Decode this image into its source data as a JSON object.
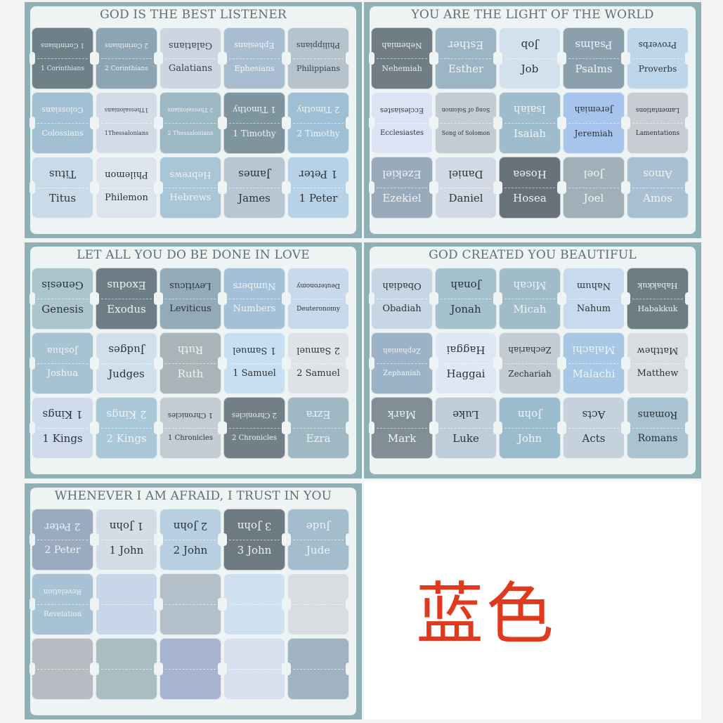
{
  "sheets": [
    {
      "title": "GOD IS THE BEST LISTENER",
      "tabs": [
        {
          "label": "1 Corinthians",
          "bg": "#6e8088",
          "fg": "#e6ecef",
          "size": 9
        },
        {
          "label": "2 Corinthians",
          "bg": "#8da5b3",
          "fg": "#eef2f4",
          "size": 9
        },
        {
          "label": "Galatians",
          "bg": "#cbd6e2",
          "fg": "#38424a",
          "size": 13
        },
        {
          "label": "Ephesians",
          "bg": "#a9bdd0",
          "fg": "#f2f5f7",
          "size": 11
        },
        {
          "label": "Philippians",
          "bg": "#b7c3cc",
          "fg": "#38424a",
          "size": 11
        },
        {
          "label": "Colossians",
          "bg": "#a3bfd4",
          "fg": "#eef3f6",
          "size": 11
        },
        {
          "label": "1Thessalonians",
          "bg": "#d3dce6",
          "fg": "#38424a",
          "size": 8
        },
        {
          "label": "2 Thessalonians",
          "bg": "#9cb8c4",
          "fg": "#eef3f6",
          "size": 8
        },
        {
          "label": "1 Timothy",
          "bg": "#7e959f",
          "fg": "#eef2f4",
          "size": 12
        },
        {
          "label": "2 Timothy",
          "bg": "#9fc0d4",
          "fg": "#eef3f6",
          "size": 12
        },
        {
          "label": "Titus",
          "bg": "#c9dbe9",
          "fg": "#2c3338",
          "size": 15
        },
        {
          "label": "Philemon",
          "bg": "#dde4ec",
          "fg": "#2c3338",
          "size": 13
        },
        {
          "label": "Hebrews",
          "bg": "#a9c6d6",
          "fg": "#eef3f6",
          "size": 13
        },
        {
          "label": "James",
          "bg": "#b7c6d2",
          "fg": "#2c3338",
          "size": 15
        },
        {
          "label": "1 Peter",
          "bg": "#b7d2e6",
          "fg": "#2c3338",
          "size": 15
        }
      ]
    },
    {
      "title": "YOU ARE THE LIGHT OF THE WORLD",
      "tabs": [
        {
          "label": "Nehemiah",
          "bg": "#707d85",
          "fg": "#e9edf0",
          "size": 11
        },
        {
          "label": "Esther",
          "bg": "#9cb5c4",
          "fg": "#f0f4f6",
          "size": 15
        },
        {
          "label": "Job",
          "bg": "#d3e0ee",
          "fg": "#2c3338",
          "size": 15
        },
        {
          "label": "Psalms",
          "bg": "#8aa1ad",
          "fg": "#f0f4f6",
          "size": 15
        },
        {
          "label": "Proverbs",
          "bg": "#bdd6ea",
          "fg": "#2c3338",
          "size": 12
        },
        {
          "label": "Ecclesiastes",
          "bg": "#dbe3f4",
          "fg": "#2c3338",
          "size": 10
        },
        {
          "label": "Song of Solomon",
          "bg": "#c4ccd3",
          "fg": "#2c3338",
          "size": 8
        },
        {
          "label": "Isaiah",
          "bg": "#9fbccd",
          "fg": "#f0f4f6",
          "size": 15
        },
        {
          "label": "Jeremiah",
          "bg": "#a7c4ec",
          "fg": "#2c3338",
          "size": 12
        },
        {
          "label": "Lamentations",
          "bg": "#c7cdd3",
          "fg": "#2c3338",
          "size": 9
        },
        {
          "label": "Ezekiel",
          "bg": "#99aabb",
          "fg": "#eef2f5",
          "size": 15
        },
        {
          "label": "Daniel",
          "bg": "#d2d9e4",
          "fg": "#2c3338",
          "size": 15
        },
        {
          "label": "Hosea",
          "bg": "#67727a",
          "fg": "#eef2f4",
          "size": 15
        },
        {
          "label": "Joel",
          "bg": "#a1afb8",
          "fg": "#f0f4f6",
          "size": 15
        },
        {
          "label": "Amos",
          "bg": "#a8c0d2",
          "fg": "#eef3f6",
          "size": 15
        }
      ]
    },
    {
      "title": "LET ALL YOU DO BE DONE IN LOVE",
      "tabs": [
        {
          "label": "Genesis",
          "bg": "#aac5cc",
          "fg": "#2c3338",
          "size": 15
        },
        {
          "label": "Exodus",
          "bg": "#6f7e86",
          "fg": "#eef2f4",
          "size": 15
        },
        {
          "label": "Leviticus",
          "bg": "#93abb8",
          "fg": "#2c3338",
          "size": 13
        },
        {
          "label": "Numbers",
          "bg": "#a4c0d8",
          "fg": "#eef3f6",
          "size": 13
        },
        {
          "label": "Deuteronomy",
          "bg": "#c9d9ec",
          "fg": "#2c3338",
          "size": 9
        },
        {
          "label": "Joshua",
          "bg": "#a7c2d0",
          "fg": "#eef3f6",
          "size": 13
        },
        {
          "label": "Judges",
          "bg": "#d1dfec",
          "fg": "#2c3338",
          "size": 15
        },
        {
          "label": "Ruth",
          "bg": "#a9b4b8",
          "fg": "#eef2f4",
          "size": 15
        },
        {
          "label": "1 Samuel",
          "bg": "#c7dff0",
          "fg": "#2c3338",
          "size": 13
        },
        {
          "label": "2 Samuel",
          "bg": "#dde3e7",
          "fg": "#2c3338",
          "size": 13
        },
        {
          "label": "1 Kings",
          "bg": "#d0dced",
          "fg": "#2c3338",
          "size": 15
        },
        {
          "label": "2 Kings",
          "bg": "#a9c7d7",
          "fg": "#eef3f6",
          "size": 15
        },
        {
          "label": "1 Chronicles",
          "bg": "#c3ccd3",
          "fg": "#2c3338",
          "size": 10
        },
        {
          "label": "2 Chronicles",
          "bg": "#737f87",
          "fg": "#eef2f4",
          "size": 10
        },
        {
          "label": "Ezra",
          "bg": "#9fb8c3",
          "fg": "#eef3f6",
          "size": 15
        }
      ]
    },
    {
      "title": "GOD CREATED YOU BEAUTIFUL",
      "tabs": [
        {
          "label": "Obadiah",
          "bg": "#c7d6e4",
          "fg": "#2c3338",
          "size": 13
        },
        {
          "label": "Jonah",
          "bg": "#a5c1ce",
          "fg": "#2c3338",
          "size": 15
        },
        {
          "label": "Micah",
          "bg": "#a0bcc9",
          "fg": "#eef3f6",
          "size": 15
        },
        {
          "label": "Nahum",
          "bg": "#c7daee",
          "fg": "#2c3338",
          "size": 13
        },
        {
          "label": "Habakkuk",
          "bg": "#6e7c84",
          "fg": "#eef2f4",
          "size": 11
        },
        {
          "label": "Zephaniah",
          "bg": "#9bb2c7",
          "fg": "#eef3f6",
          "size": 10
        },
        {
          "label": "Haggai",
          "bg": "#dfe6f4",
          "fg": "#2c3338",
          "size": 15
        },
        {
          "label": "Zechariah",
          "bg": "#c3ccd3",
          "fg": "#2c3338",
          "size": 12
        },
        {
          "label": "Malachi",
          "bg": "#a7c7e4",
          "fg": "#eef3f6",
          "size": 15
        },
        {
          "label": "Matthew",
          "bg": "#d8dde1",
          "fg": "#2c3338",
          "size": 13
        },
        {
          "label": "Mark",
          "bg": "#828e96",
          "fg": "#eef2f4",
          "size": 15
        },
        {
          "label": "Luke",
          "bg": "#bfccda",
          "fg": "#2c3338",
          "size": 15
        },
        {
          "label": "John",
          "bg": "#9bbccc",
          "fg": "#eef3f6",
          "size": 15
        },
        {
          "label": "Acts",
          "bg": "#c5d2de",
          "fg": "#2c3338",
          "size": 15
        },
        {
          "label": "Romans",
          "bg": "#a9c3d0",
          "fg": "#2c3338",
          "size": 14
        }
      ]
    },
    {
      "title": "WHENEVER I  AM  AFRAID, I TRUST IN YOU",
      "tabs": [
        {
          "label": "2 Peter",
          "bg": "#9aaabf",
          "fg": "#eef3f6",
          "size": 14
        },
        {
          "label": "1 John",
          "bg": "#d3dde6",
          "fg": "#2c3338",
          "size": 15
        },
        {
          "label": "2 John",
          "bg": "#b7cfe0",
          "fg": "#2c3338",
          "size": 15
        },
        {
          "label": "3 John",
          "bg": "#6e7a82",
          "fg": "#eef2f4",
          "size": 15
        },
        {
          "label": "Jude",
          "bg": "#a4bdcd",
          "fg": "#eef3f6",
          "size": 15
        },
        {
          "label": "Revelation",
          "bg": "#a7c3d3",
          "fg": "#eef3f6",
          "size": 10
        },
        {
          "label": "",
          "bg": "#c7d6e8",
          "fg": "#2c3338",
          "size": 12
        },
        {
          "label": "",
          "bg": "#b3c0c9",
          "fg": "#2c3338",
          "size": 12
        },
        {
          "label": "",
          "bg": "#cfe0f0",
          "fg": "#2c3338",
          "size": 12
        },
        {
          "label": "",
          "bg": "#d8dde1",
          "fg": "#2c3338",
          "size": 12
        },
        {
          "label": "",
          "bg": "#b7bcc2",
          "fg": "#2c3338",
          "size": 12
        },
        {
          "label": "",
          "bg": "#a9bec2",
          "fg": "#2c3338",
          "size": 12
        },
        {
          "label": "",
          "bg": "#a7b3cf",
          "fg": "#2c3338",
          "size": 12
        },
        {
          "label": "",
          "bg": "#d6e0ef",
          "fg": "#2c3338",
          "size": 12
        },
        {
          "label": "",
          "bg": "#a0b3c2",
          "fg": "#2c3338",
          "size": 12
        }
      ]
    }
  ],
  "caption": "蓝色",
  "colors": {
    "sheet_border": "#8fb1b6",
    "caption": "#e03a1e"
  }
}
